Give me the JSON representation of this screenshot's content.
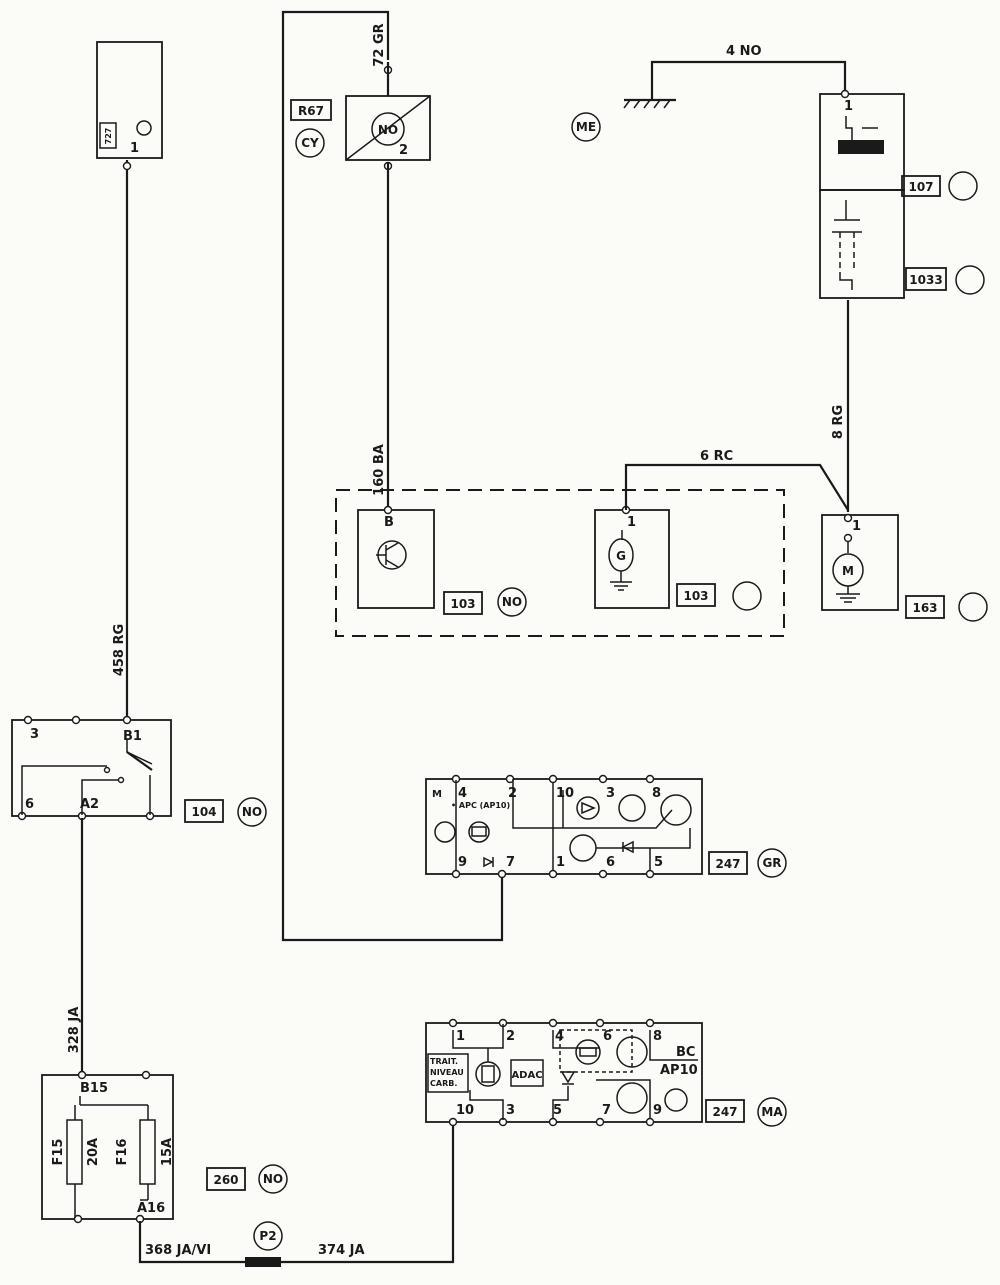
{
  "wires": {
    "w458": "458 RG",
    "w72": "72 GR",
    "w160": "160 BA",
    "w4": "4 NO",
    "w8": "8 RG",
    "w6": "6 RC",
    "w328": "328 JA",
    "w368": "368 JA/VI",
    "w374": "374 JA"
  },
  "components": {
    "top_left": {
      "label": "727",
      "pin": "1"
    },
    "relay_top": {
      "ref": "R67",
      "code": "CY",
      "center": "NO",
      "pin": "2"
    },
    "ground_me": "ME",
    "c107": {
      "num": "107",
      "pin": "1"
    },
    "c1033": {
      "num": "1033"
    },
    "c103a": {
      "num": "103",
      "color": "NO",
      "pin": "B"
    },
    "c103b": {
      "num": "103",
      "pin": "1",
      "symbol": "G"
    },
    "c163": {
      "num": "163",
      "pin": "1",
      "symbol": "M"
    },
    "c104": {
      "num": "104",
      "color": "NO",
      "pins": {
        "p3": "3",
        "pB1": "B1",
        "p6": "6",
        "pA2": "A2"
      }
    },
    "c247gr": {
      "num": "247",
      "color": "GR",
      "pins": {
        "M": "M",
        "p4": "4",
        "p2": "2",
        "p10": "10",
        "p3": "3",
        "p8": "8",
        "p9": "9",
        "p7": "7",
        "p1": "1",
        "p6": "6",
        "p5": "5"
      },
      "apc": "• APC (AP10)"
    },
    "c247ma": {
      "num": "247",
      "color": "MA",
      "pins": {
        "p1": "1",
        "p2": "2",
        "p4": "4",
        "p6": "6",
        "p8": "8",
        "p10": "10",
        "p3": "3",
        "p5": "5",
        "p7": "7",
        "p9": "9"
      },
      "bc": "BC",
      "ap": "AP10",
      "trait1": "TRAIT.",
      "trait2": "NIVEAU",
      "trait3": "CARB.",
      "adac": "ADAC"
    },
    "c260": {
      "num": "260",
      "color": "NO",
      "pins": {
        "b15": "B15",
        "a16": "A16"
      },
      "f15": "F15",
      "f15a": "20A",
      "f16": "F16",
      "f16a": "15A"
    },
    "p2": "P2"
  }
}
